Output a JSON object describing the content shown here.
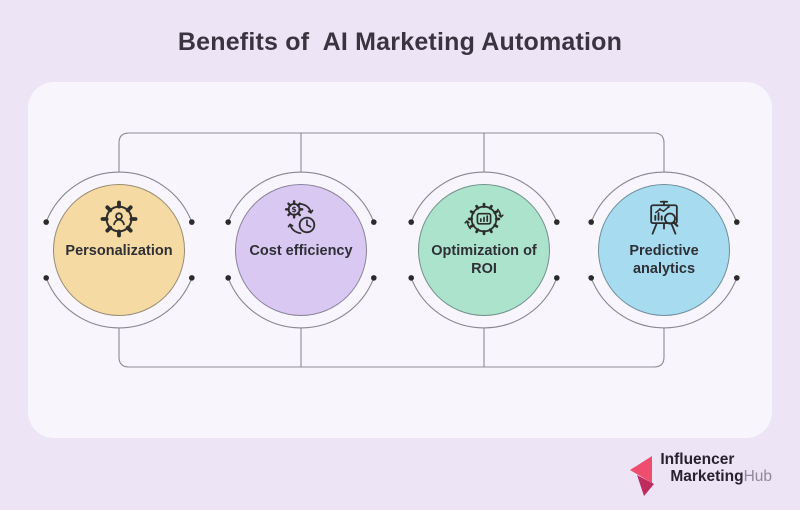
{
  "title": "Benefits of  AI Marketing Automation",
  "benefits": [
    {
      "label": "Personalization",
      "color": "#F5DBA3",
      "icon": "personalization-gear-user-icon"
    },
    {
      "label": "Cost efficiency",
      "color": "#D9C8F2",
      "icon": "cost-time-cycle-icon"
    },
    {
      "label": "Optimization of ROI",
      "color": "#ABE3CC",
      "icon": "roi-gear-chart-icon"
    },
    {
      "label": "Predictive analytics",
      "color": "#A7DCF0",
      "icon": "analytics-presentation-icon"
    }
  ],
  "logo": {
    "line1": "Influencer",
    "line2_bold": "Marketing",
    "line2_light": "Hub",
    "mark_color": "#EE4D6E",
    "mark_dark_color": "#BE2C5E"
  },
  "colors": {
    "page_bg": "#EDE4F6",
    "card_bg": "#F8F6FC",
    "line": "#8B8B94",
    "dot": "#2B2B2B",
    "title_text": "#3A3440",
    "label_text": "#2F2F36"
  }
}
